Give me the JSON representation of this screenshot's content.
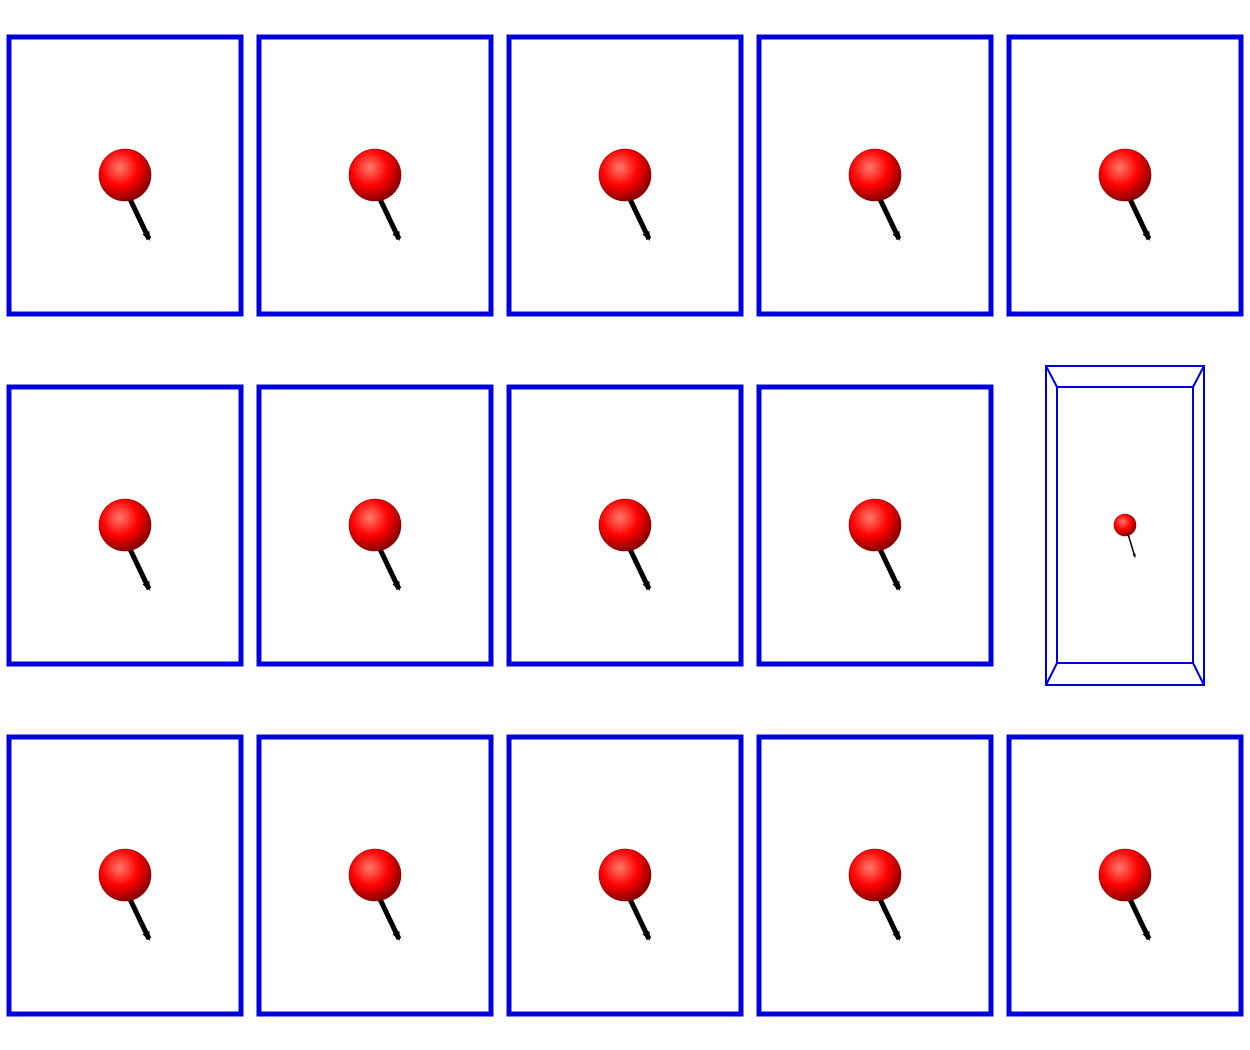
{
  "colors": {
    "background": "#ffffff",
    "frame": "#0000dd",
    "ball": "#ff0000",
    "ball_highlight": "#ff7a6a",
    "ball_shadow": "#8a0000",
    "arrow": "#000000"
  },
  "icons": {
    "panel": "square-frame-icon",
    "ball": "red-sphere-icon",
    "arrow": "velocity-arrow-icon",
    "box": "3d-box-outline-icon"
  },
  "grid": {
    "rows": 3,
    "cols": 5,
    "special_panel": {
      "row": 1,
      "col": 4,
      "type": "3d-box"
    }
  }
}
